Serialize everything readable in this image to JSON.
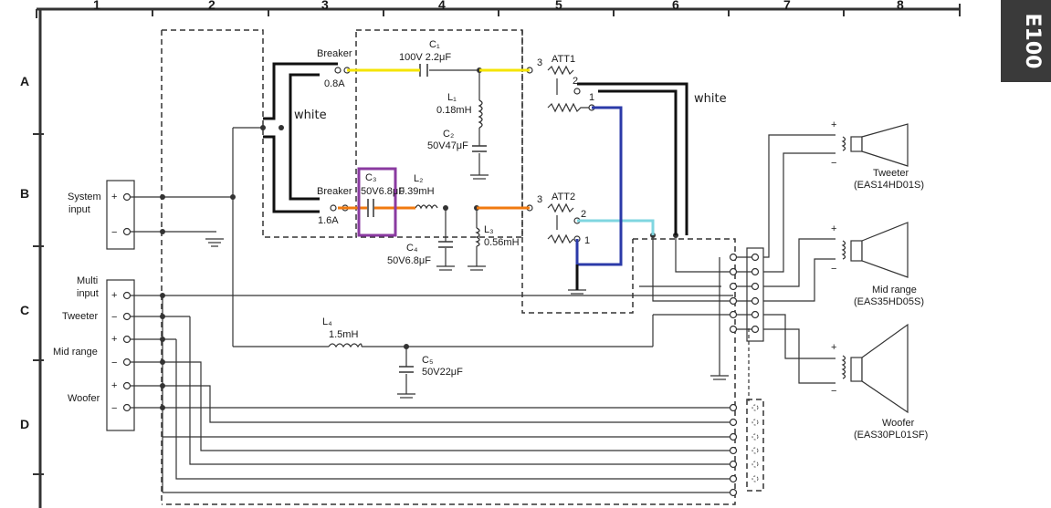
{
  "grid": {
    "columns": [
      "1",
      "2",
      "3",
      "4",
      "5",
      "6",
      "7",
      "8"
    ],
    "rows": [
      "A",
      "B",
      "C",
      "D"
    ]
  },
  "model_code": "E100",
  "notes": {
    "white_top": "white",
    "white_right": "white"
  },
  "input_block": {
    "system_input": "System\ninput",
    "multi_input": "Multi\ninput",
    "tweeter": "Tweeter",
    "mid_range": "Mid range",
    "woofer": "Woofer",
    "plus": "+",
    "minus": "−"
  },
  "components": {
    "breaker1": {
      "name": "Breaker",
      "value": "0.8A"
    },
    "breaker2": {
      "name": "Breaker",
      "value": "1.6A"
    },
    "c1": {
      "name": "C₁",
      "value": "100V 2.2μF"
    },
    "l1": {
      "name": "L₁",
      "value": "0.18mH"
    },
    "c2": {
      "name": "C₂",
      "value": "50V47μF"
    },
    "c3": {
      "name": "C₃",
      "value": "50V6.8μF"
    },
    "l2": {
      "name": "L₂",
      "value": "0.39mH"
    },
    "l3": {
      "name": "L₃",
      "value": "0.56mH"
    },
    "c4": {
      "name": "C₄",
      "value": "50V6.8μF"
    },
    "l4": {
      "name": "L₄",
      "value": "1.5mH"
    },
    "c5": {
      "name": "C₅",
      "value": "50V22μF"
    },
    "att1": {
      "name": "ATT1",
      "t1": "1",
      "t2": "2",
      "t3": "3"
    },
    "att2": {
      "name": "ATT2",
      "t1": "1",
      "t2": "2",
      "t3": "3"
    }
  },
  "speakers": {
    "tweeter": {
      "name": "Tweeter",
      "model": "(EAS14HD01S)"
    },
    "mid": {
      "name": "Mid range",
      "model": "(EAS35HD05S)"
    },
    "woofer": {
      "name": "Woofer",
      "model": "(EAS30PL01SF)"
    },
    "plus": "+",
    "minus": "−"
  },
  "colors": {
    "yellow": "#f5e400",
    "orange": "#f07a10",
    "blue": "#2b3aa8",
    "cyan": "#7fd6e0",
    "purple": "#8a3aa0",
    "black": "#111111",
    "ink": "#333333"
  }
}
